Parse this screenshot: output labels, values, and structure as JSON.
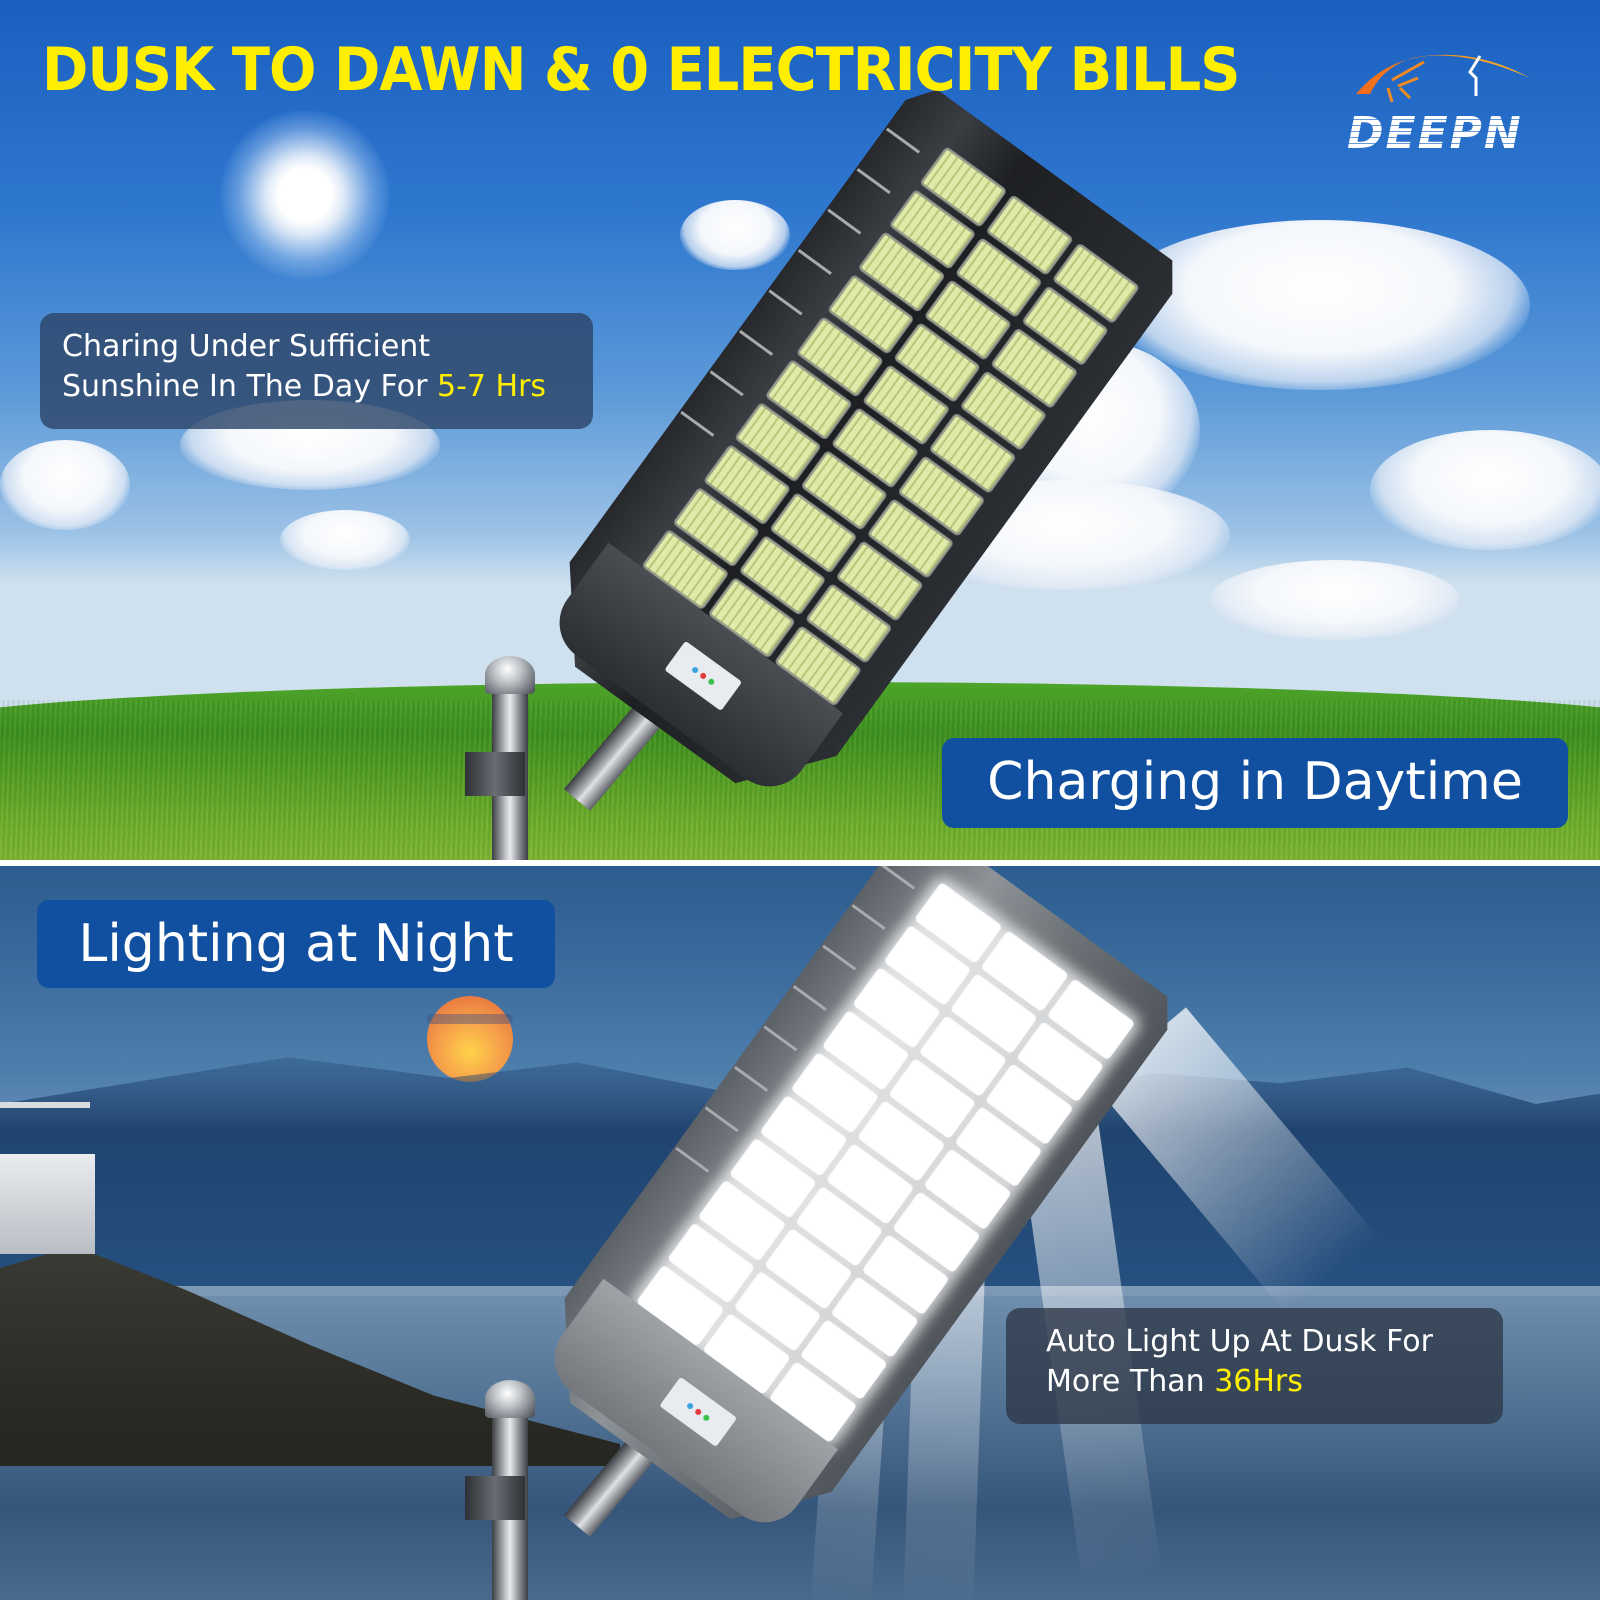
{
  "headline": "DUSK TO DAWN & 0 ELECTRICITY BILLS",
  "brand": {
    "name": "DEEPN",
    "logo_icon": "sun-and-house-arc-icon",
    "colors": {
      "arc_start": "#f06a1c",
      "arc_end": "#f5b52a",
      "text": "#ffffff"
    }
  },
  "day_panel": {
    "info": {
      "line1": "Charing Under Sufficient",
      "line2_prefix": "Sunshine In The Day For ",
      "line2_highlight": "5-7 Hrs"
    },
    "tag": "Charging in Daytime"
  },
  "night_panel": {
    "tag": "Lighting at Night",
    "info": {
      "line1": "Auto Light Up At Dusk For",
      "line2_prefix": "More Than ",
      "line2_highlight": "36Hrs"
    }
  },
  "colors": {
    "headline": "#ffee00",
    "highlight": "#ffee00",
    "tag_background": "#1150a0",
    "info_background": "rgba(45,70,105,0.82)"
  }
}
